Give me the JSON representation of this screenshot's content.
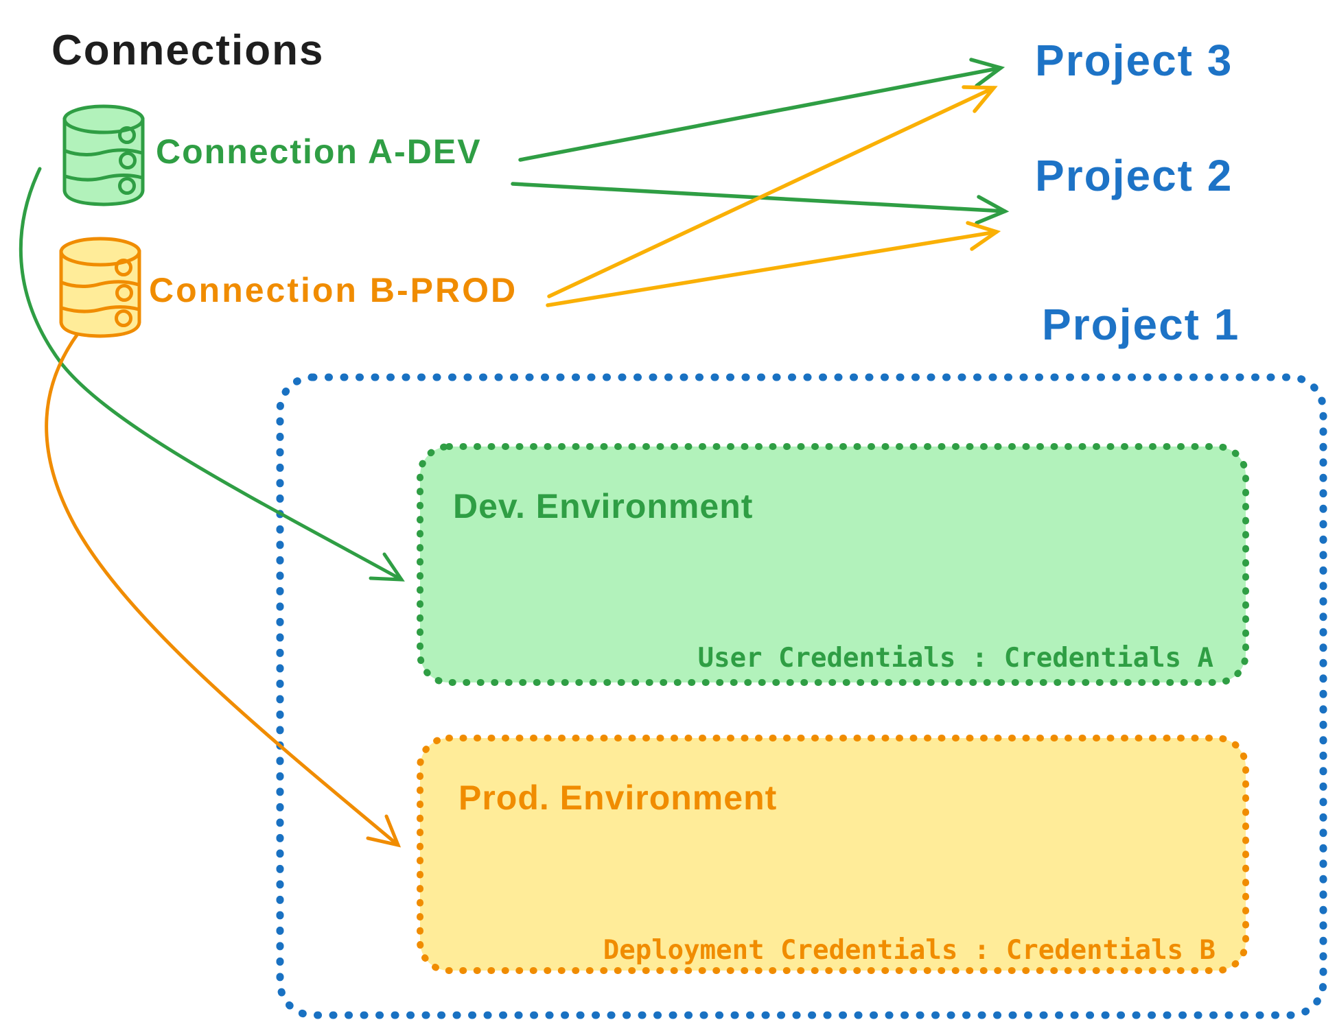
{
  "diagram": {
    "title": "Connections",
    "connections": [
      {
        "id": "a-dev",
        "label": "Connection A-DEV",
        "stroke": "#2f9e44",
        "fill": "#b2f2bb"
      },
      {
        "id": "b-prod",
        "label": "Connection B-PROD",
        "stroke": "#f08c00",
        "fill": "#ffec99"
      }
    ],
    "projects": [
      {
        "label": "Project 3"
      },
      {
        "label": "Project 2"
      },
      {
        "label": "Project 1"
      }
    ],
    "project1_box": {
      "environments": [
        {
          "title": "Dev. Environment",
          "credentials": "User Credentials : Credentials A"
        },
        {
          "title": "Prod. Environment",
          "credentials": "Deployment Credentials : Credentials B"
        }
      ]
    },
    "colors": {
      "title_black": "#1e1e1e",
      "project_blue_text": "#1d73c6",
      "project_blue_border": "#1971c2",
      "dev_green": "#2f9e44",
      "dev_green_fill": "#b2f2bb",
      "prod_orange": "#f08c00",
      "prod_orange_fill": "#ffec99"
    }
  }
}
